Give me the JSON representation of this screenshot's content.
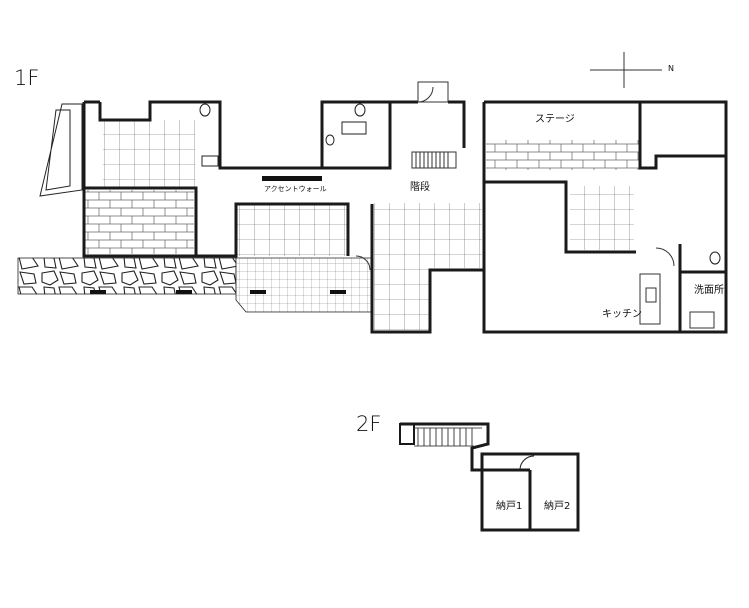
{
  "floors": [
    {
      "id": "1F",
      "label": "1F"
    },
    {
      "id": "2F",
      "label": "2F"
    }
  ],
  "compass": {
    "label": "N",
    "direction": "right"
  },
  "rooms_1f": {
    "stage": "ステージ",
    "stairs": "階段",
    "accent_wall": "アクセントウォール",
    "kitchen": "キッチン",
    "washroom": "洗面所"
  },
  "rooms_2f": {
    "storage1": "納戸1",
    "storage2": "納戸2"
  },
  "colors": {
    "line": "#1a1a1a",
    "tile": "#888888",
    "background": "#ffffff"
  }
}
